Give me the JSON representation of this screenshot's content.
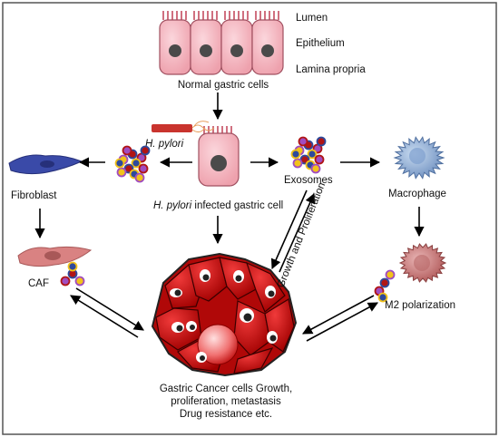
{
  "labels": {
    "lumen": "Lumen",
    "epithelium": "Epithelium",
    "lamina_propria": "Lamina propria",
    "normal_cells": "Normal gastric cells",
    "h_pylori": "H. pylori",
    "infected_italic": "H. pylori",
    "infected_rest": " infected gastric cell",
    "exosomes": "Exosomes",
    "macrophage": "Macrophage",
    "fibroblast": "Fibroblast",
    "caf": "CAF",
    "growth_proliferation": "Growth and Proliferation",
    "m2_polarization": "M2 polarization",
    "cancer_line1": "Gastric Cancer cells Growth,",
    "cancer_line2": "proliferation, metastasis",
    "cancer_line3": "Drug resistance etc."
  },
  "colors": {
    "cell_fill": "#f4b8c0",
    "cell_stroke": "#a05060",
    "nucleus": "#4a4a4a",
    "cancer_fill": "#cc0a0a",
    "fibroblast": "#3a4aa8",
    "caf": "#d98282",
    "macrophage": "#8aa8d0",
    "m2_macrophage": "#c97a7a",
    "exosome_blue": "#2e4a9c",
    "exosome_red": "#b01515",
    "exosome_purple": "#a04cc0",
    "exosome_yellow": "#f2c21a",
    "bacterium": "#c9342e",
    "arrow": "#000000"
  }
}
